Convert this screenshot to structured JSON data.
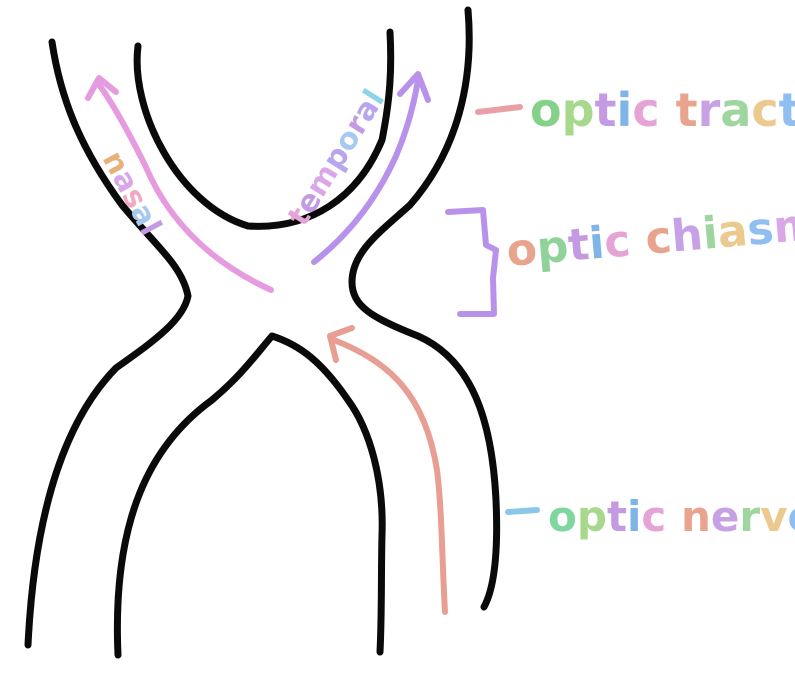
{
  "labels": {
    "optic_tract": {
      "text": "optic tract",
      "letter_colors": [
        "#86d18a",
        "#a7d88c",
        "#c49be3",
        "#7fb5e6",
        "#e6a3d6",
        "#f2cf8e",
        "#e8a48e",
        "#c7a1e6",
        "#9fd6a0",
        "#ecc98e",
        "#8fbff0"
      ]
    },
    "optic_chiasm": {
      "text": "optic chiasm",
      "letter_colors": [
        "#e8a48e",
        "#8fd39a",
        "#c49be3",
        "#7fb5e6",
        "#e6a3d6",
        "#f2cf8e",
        "#e8a48e",
        "#c7a1e6",
        "#9fd6a0",
        "#ecc98e",
        "#8fbff0",
        "#d9a6e8"
      ]
    },
    "optic_nerve": {
      "text": "optic nerve",
      "letter_colors": [
        "#7fd7a0",
        "#a7d88c",
        "#c49be3",
        "#7fb5e6",
        "#e6a3d6",
        "#f2cf8e",
        "#e8a48e",
        "#c7a1e6",
        "#9fd6a0",
        "#ecc98e",
        "#8fbff0"
      ]
    },
    "nasal": {
      "text": "nasal",
      "letter_colors": [
        "#e8b07a",
        "#d9a6e8",
        "#f2a8c4",
        "#a7c8f0",
        "#c49be3"
      ]
    },
    "temporal": {
      "text": "temporal",
      "letter_colors": [
        "#e6a3d6",
        "#c49be3",
        "#d9a6e8",
        "#b7a6ef",
        "#a7c8f0",
        "#c49be3",
        "#b7a6ef",
        "#8fd3e6"
      ]
    }
  },
  "colors": {
    "outline": "#0a0a0a",
    "nasal_arrow": "#e69be0",
    "temporal_arrow": "#b892ea",
    "nerve_arrow": "#e89e92",
    "tract_tick": "#e8a0a6",
    "chiasm_bracket": "#b892ea",
    "nerve_tick": "#8ec6ea"
  }
}
